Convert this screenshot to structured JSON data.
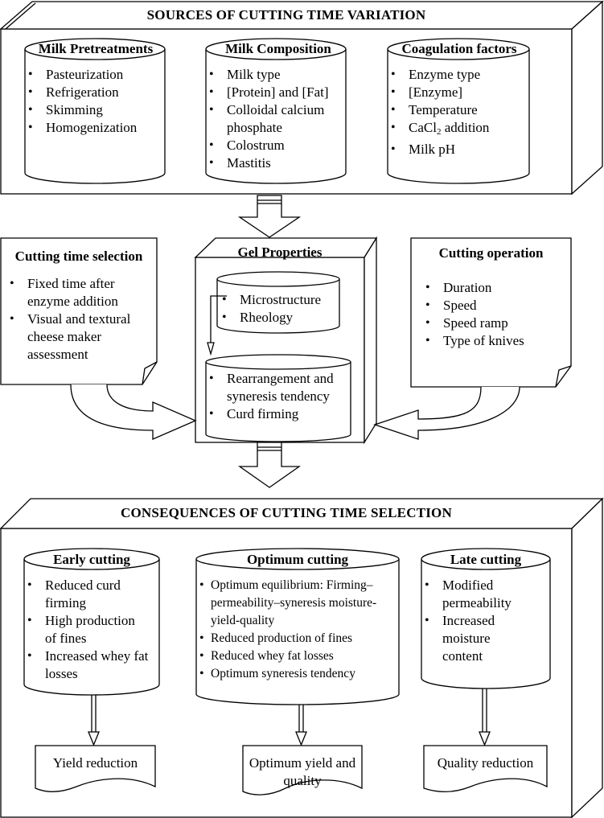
{
  "sources": {
    "title": "SOURCES OF CUTTING TIME VARIATION",
    "groups": [
      {
        "title": "Milk Pretreatments",
        "items": [
          "Pasteurization",
          "Refrigeration",
          "Skimming",
          "Homogenization"
        ]
      },
      {
        "title": "Milk Composition",
        "items": [
          "Milk type",
          "[Protein] and [Fat]",
          "Colloidal calcium phosphate",
          "Colostrum",
          "Mastitis"
        ]
      },
      {
        "title": "Coagulation factors",
        "items": [
          "Enzyme type",
          "[Enzyme]",
          "Temperature",
          "CaCl",
          "addition",
          "Milk pH"
        ],
        "subscript": "2"
      }
    ]
  },
  "cutting_time_selection": {
    "title": "Cutting time selection",
    "items": [
      "Fixed time after enzyme addition",
      "Visual and textural cheese maker assessment"
    ]
  },
  "gel_properties": {
    "title": "Gel Properties",
    "upper_items": [
      "Microstructure",
      "Rheology"
    ],
    "lower_items": [
      "Rearrangement and syneresis tendency",
      "Curd firming"
    ]
  },
  "cutting_operation": {
    "title": "Cutting operation",
    "items": [
      "Duration",
      "Speed",
      "Speed ramp",
      "Type of knives"
    ]
  },
  "consequences": {
    "title": "CONSEQUENCES OF CUTTING TIME SELECTION",
    "groups": [
      {
        "title": "Early cutting",
        "items": [
          "Reduced curd firming",
          "High production of fines",
          "Increased whey fat losses"
        ],
        "outcome": "Yield reduction"
      },
      {
        "title": "Optimum cutting",
        "items": [
          "Optimum equilibrium: Firming–permeability–syneresis moisture-yield-quality",
          "Reduced production of fines",
          "Reduced whey fat losses",
          "Optimum syneresis tendency"
        ],
        "outcome": "Optimum yield and quality"
      },
      {
        "title": "Late cutting",
        "items": [
          "Modified permeability",
          "Increased moisture content"
        ],
        "outcome": "Quality reduction"
      }
    ]
  }
}
